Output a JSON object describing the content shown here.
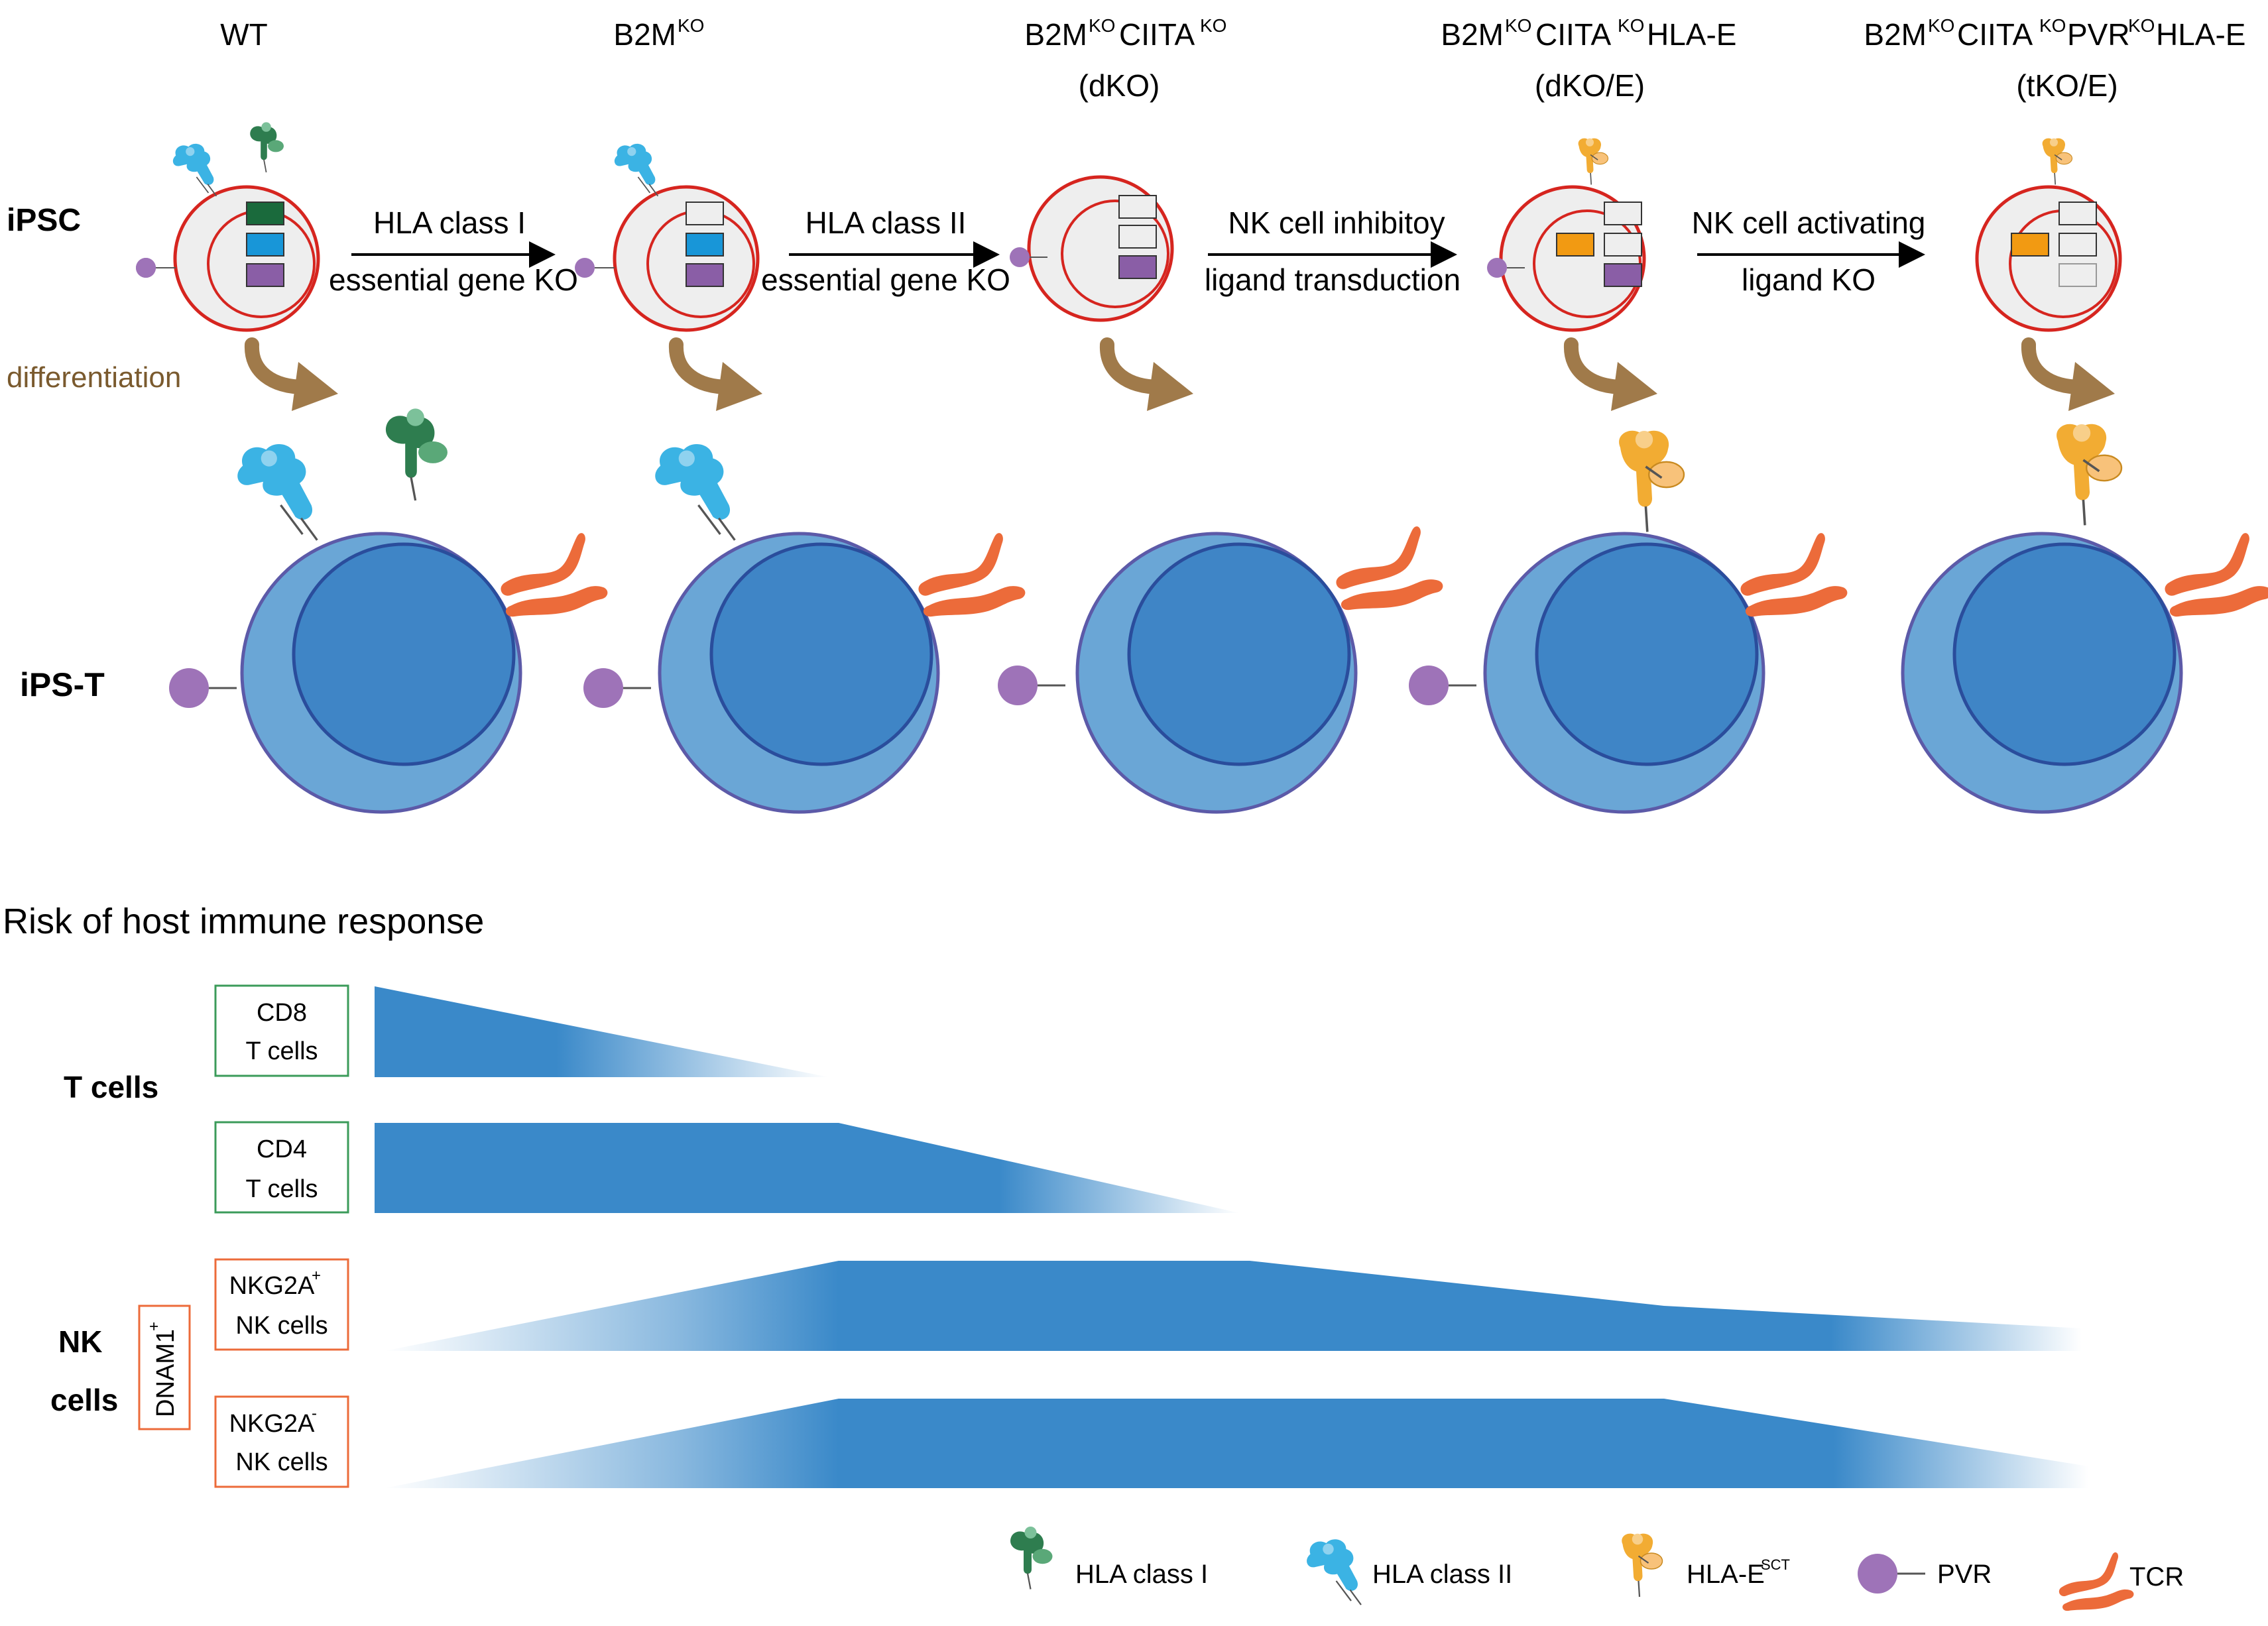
{
  "stages": [
    {
      "id": "wt",
      "name": "WT",
      "ko": "",
      "name2": "",
      "name3": "",
      "name4": "",
      "abbr": ""
    },
    {
      "id": "b2m",
      "name": "B2M",
      "ko": "KO",
      "name2": "",
      "name3": "",
      "name4": "",
      "abbr": ""
    },
    {
      "id": "dko",
      "name": "B2M",
      "ko": "KO",
      "name2": "CIITA",
      "ko2": "KO",
      "name3": "",
      "name4": "",
      "abbr": "(dKO)"
    },
    {
      "id": "dkoe",
      "name": "B2M",
      "ko": "KO",
      "name2": "CIITA",
      "ko2": "KO",
      "name3": "HLA-E",
      "name4": "",
      "abbr": "(dKO/E)"
    },
    {
      "id": "tkoe",
      "name": "B2M",
      "ko": "KO",
      "name2": "CIITA",
      "ko2": "KO",
      "name3": "PVR",
      "ko3": "KO",
      "name4": "HLA-E",
      "abbr": "(tKO/E)"
    }
  ],
  "rows": {
    "ipsc": "iPSC",
    "ipst": "iPS-T",
    "differentiation": "differentiation"
  },
  "steps": [
    {
      "line1": "HLA class I",
      "line2": "essential gene KO"
    },
    {
      "line1": "HLA class II",
      "line2": "essential gene KO"
    },
    {
      "line1": "NK cell inhibitoy",
      "line2": "ligand  transduction"
    },
    {
      "line1": "NK cell activating",
      "line2": "ligand  KO"
    }
  ],
  "risk": {
    "title": "Risk of host immune response",
    "t_cells_label": "T cells",
    "nk_label_1": "NK",
    "nk_label_2": "cells",
    "dnam": "DNAM1",
    "dnam_sup": "+",
    "cd8_1": "CD8",
    "cd8_2": "T cells",
    "cd4_1": "CD4",
    "cd4_2": "T cells",
    "nkgp_1": "NKG2A",
    "nkgp_sup": "+",
    "nkgp_2": "NK cells",
    "nkgm_1": "NKG2A",
    "nkgm_sup": "-",
    "nkgm_2": "NK cells"
  },
  "legend": {
    "hla1": "HLA class I",
    "hla2": "HLA class II",
    "hlae": "HLA-E",
    "hlae_sup": "SCT",
    "pvr": "PVR",
    "tcr": "TCR"
  },
  "colors": {
    "hla1": "#2e7d4f",
    "hla2": "#3bb3e4",
    "hlae": "#f2ac33",
    "pvr": "#9e73b8",
    "tcr": "#ec6b3a",
    "cell_outer": "#6aa6d6",
    "cell_inner": "#3f85c6",
    "bar": "#3a89c9",
    "arrow_brown": "#a07a4a"
  }
}
